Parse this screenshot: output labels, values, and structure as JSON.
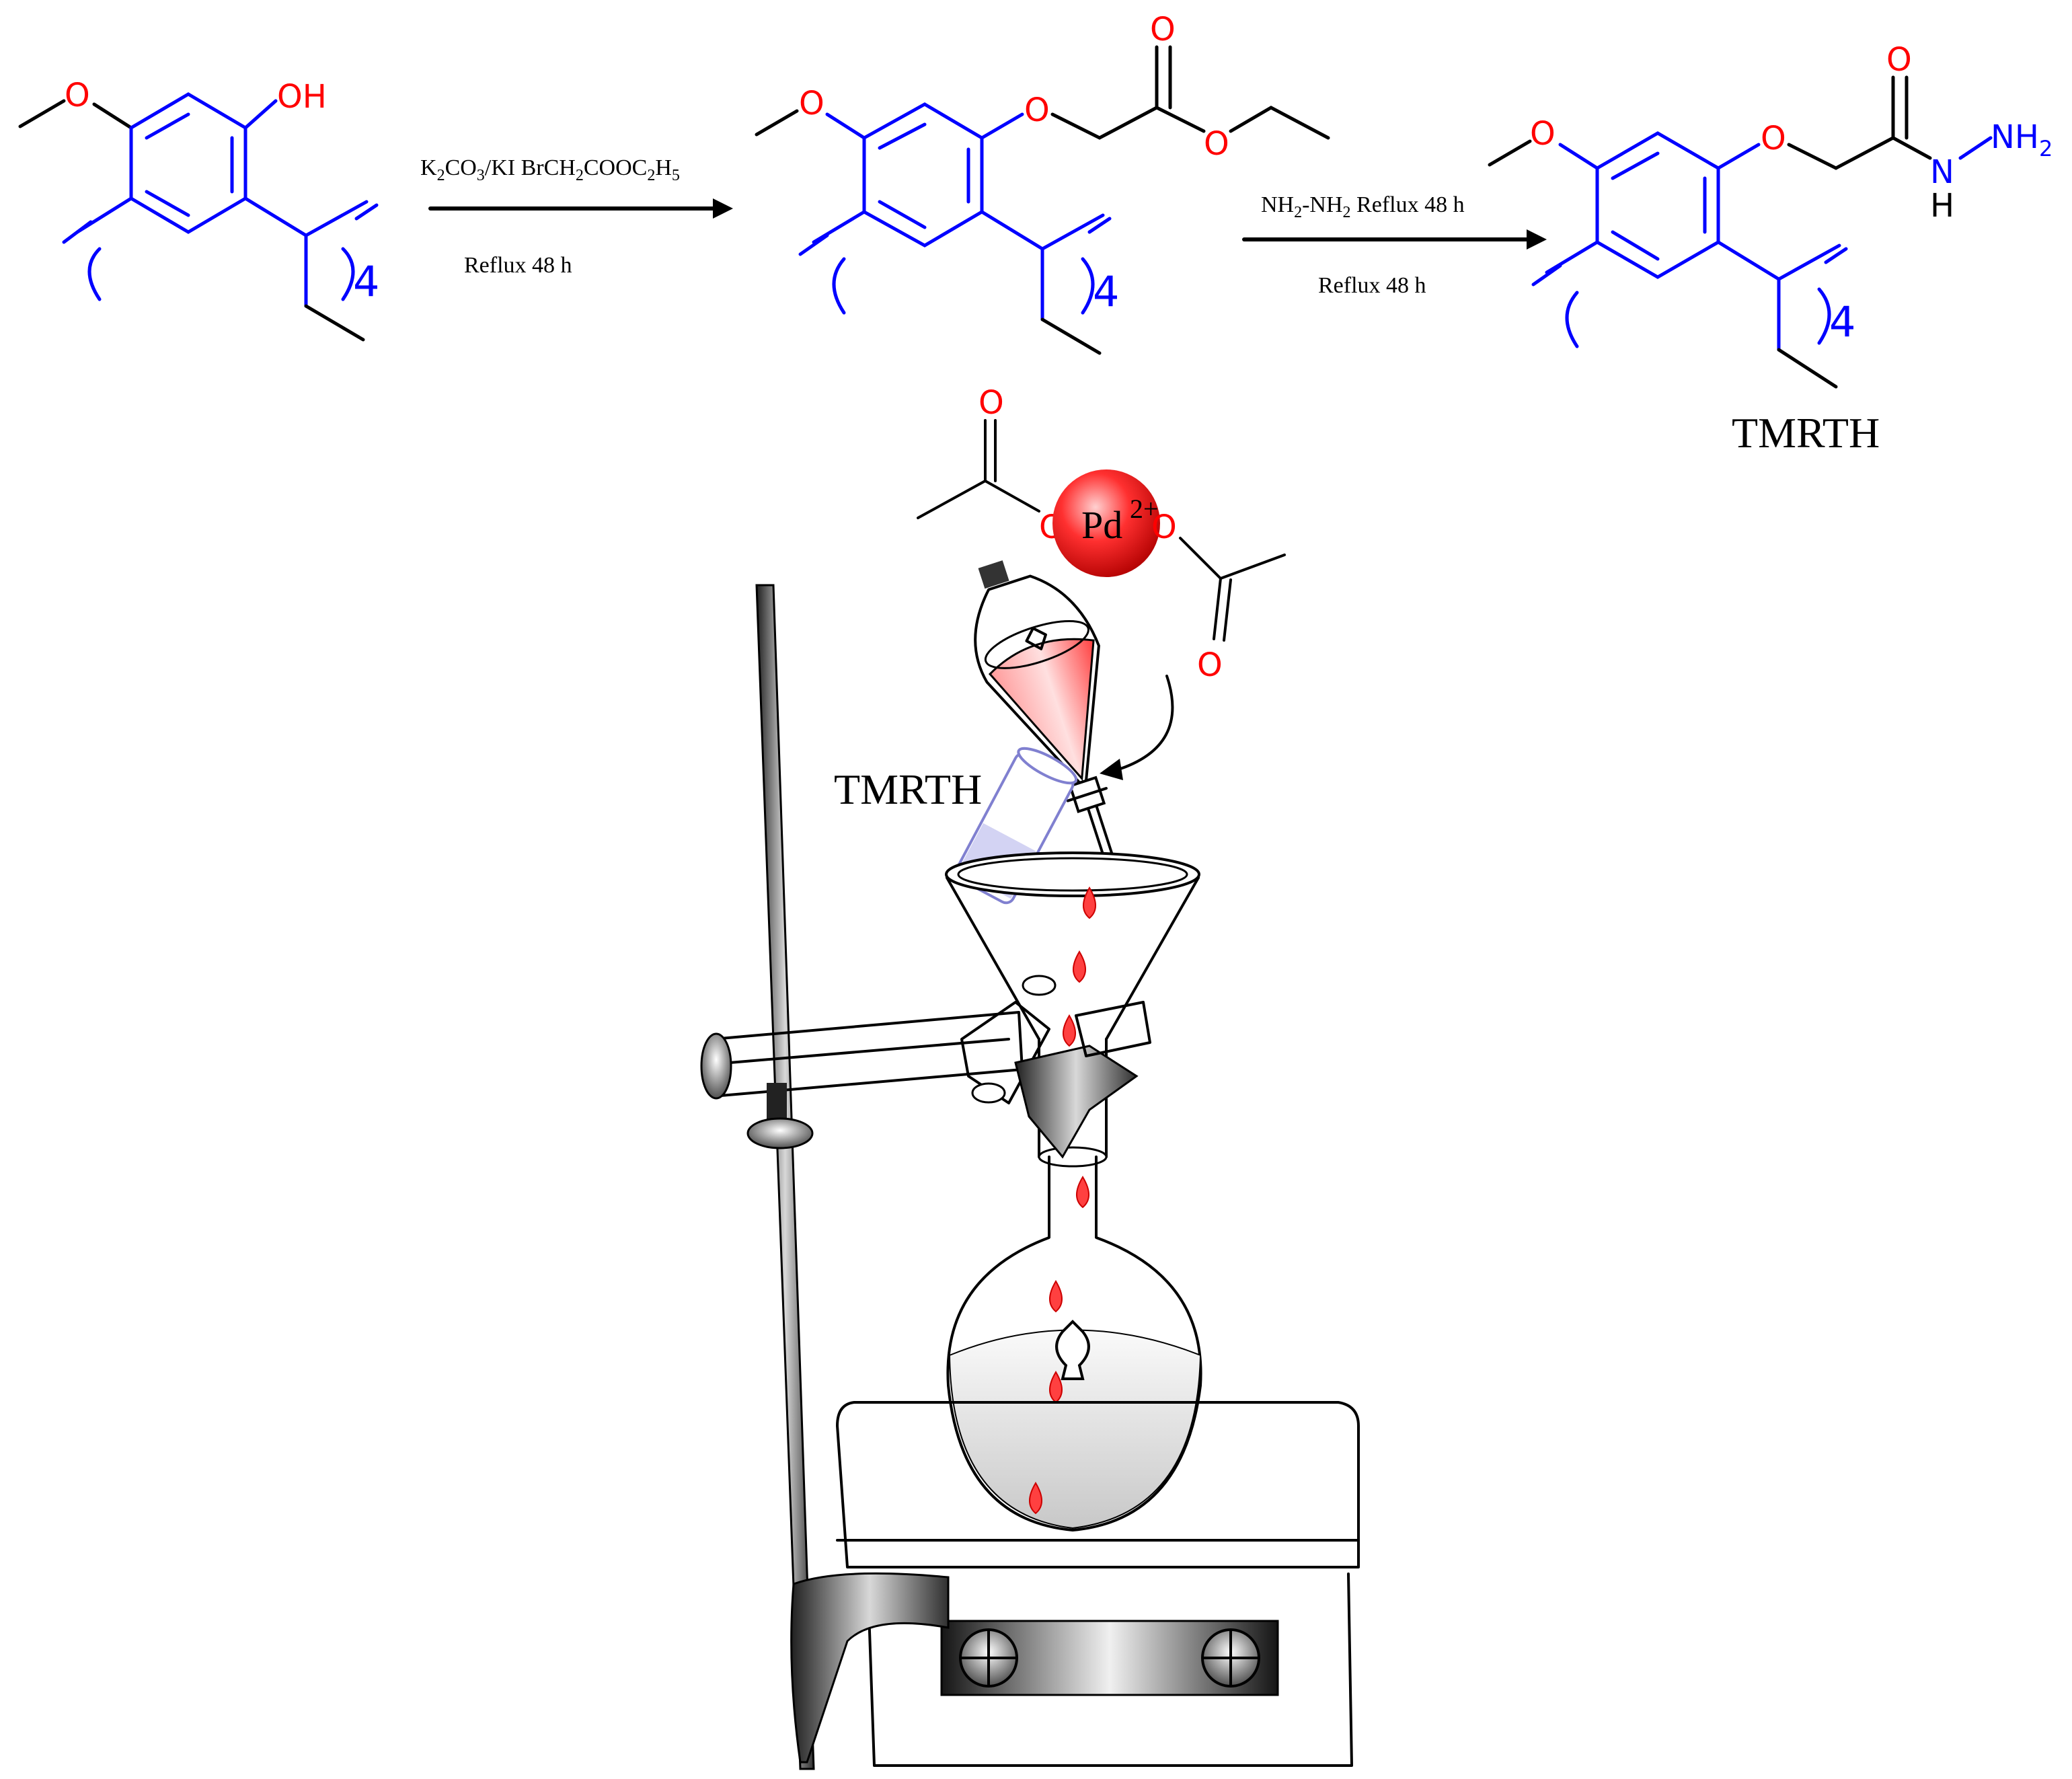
{
  "scheme": {
    "step1": {
      "reagents_prefix": "K",
      "k_sub": "2",
      "co": "CO",
      "co_sub": "3",
      "ki": "/KI BrCH",
      "ch_sub": "2",
      "cooc": "COOC",
      "c_sub": "2",
      "h": "H",
      "h_sub": "5",
      "time": "Reflux 48 h"
    },
    "step2": {
      "nh": "NH",
      "nh_sub": "2",
      "dash_nh": "-NH",
      "nh2_sub": "2",
      "reflux": " Reflux 48 h",
      "time": "Reflux 48 h"
    },
    "repeat_count": "4",
    "oh_label": "OH",
    "o_label": "O",
    "n_label": "N",
    "nh2_label": "NH",
    "nh2_sub": "2",
    "h_label": "H",
    "product_name": "TMRTH"
  },
  "apparatus": {
    "pd_label": "Pd",
    "pd_charge": "2+",
    "reagent_name": "TMRTH",
    "o_label": "O"
  },
  "colors": {
    "backbone": "#0000ff",
    "oxygen": "#ff0000",
    "solution": "#ff4040"
  }
}
